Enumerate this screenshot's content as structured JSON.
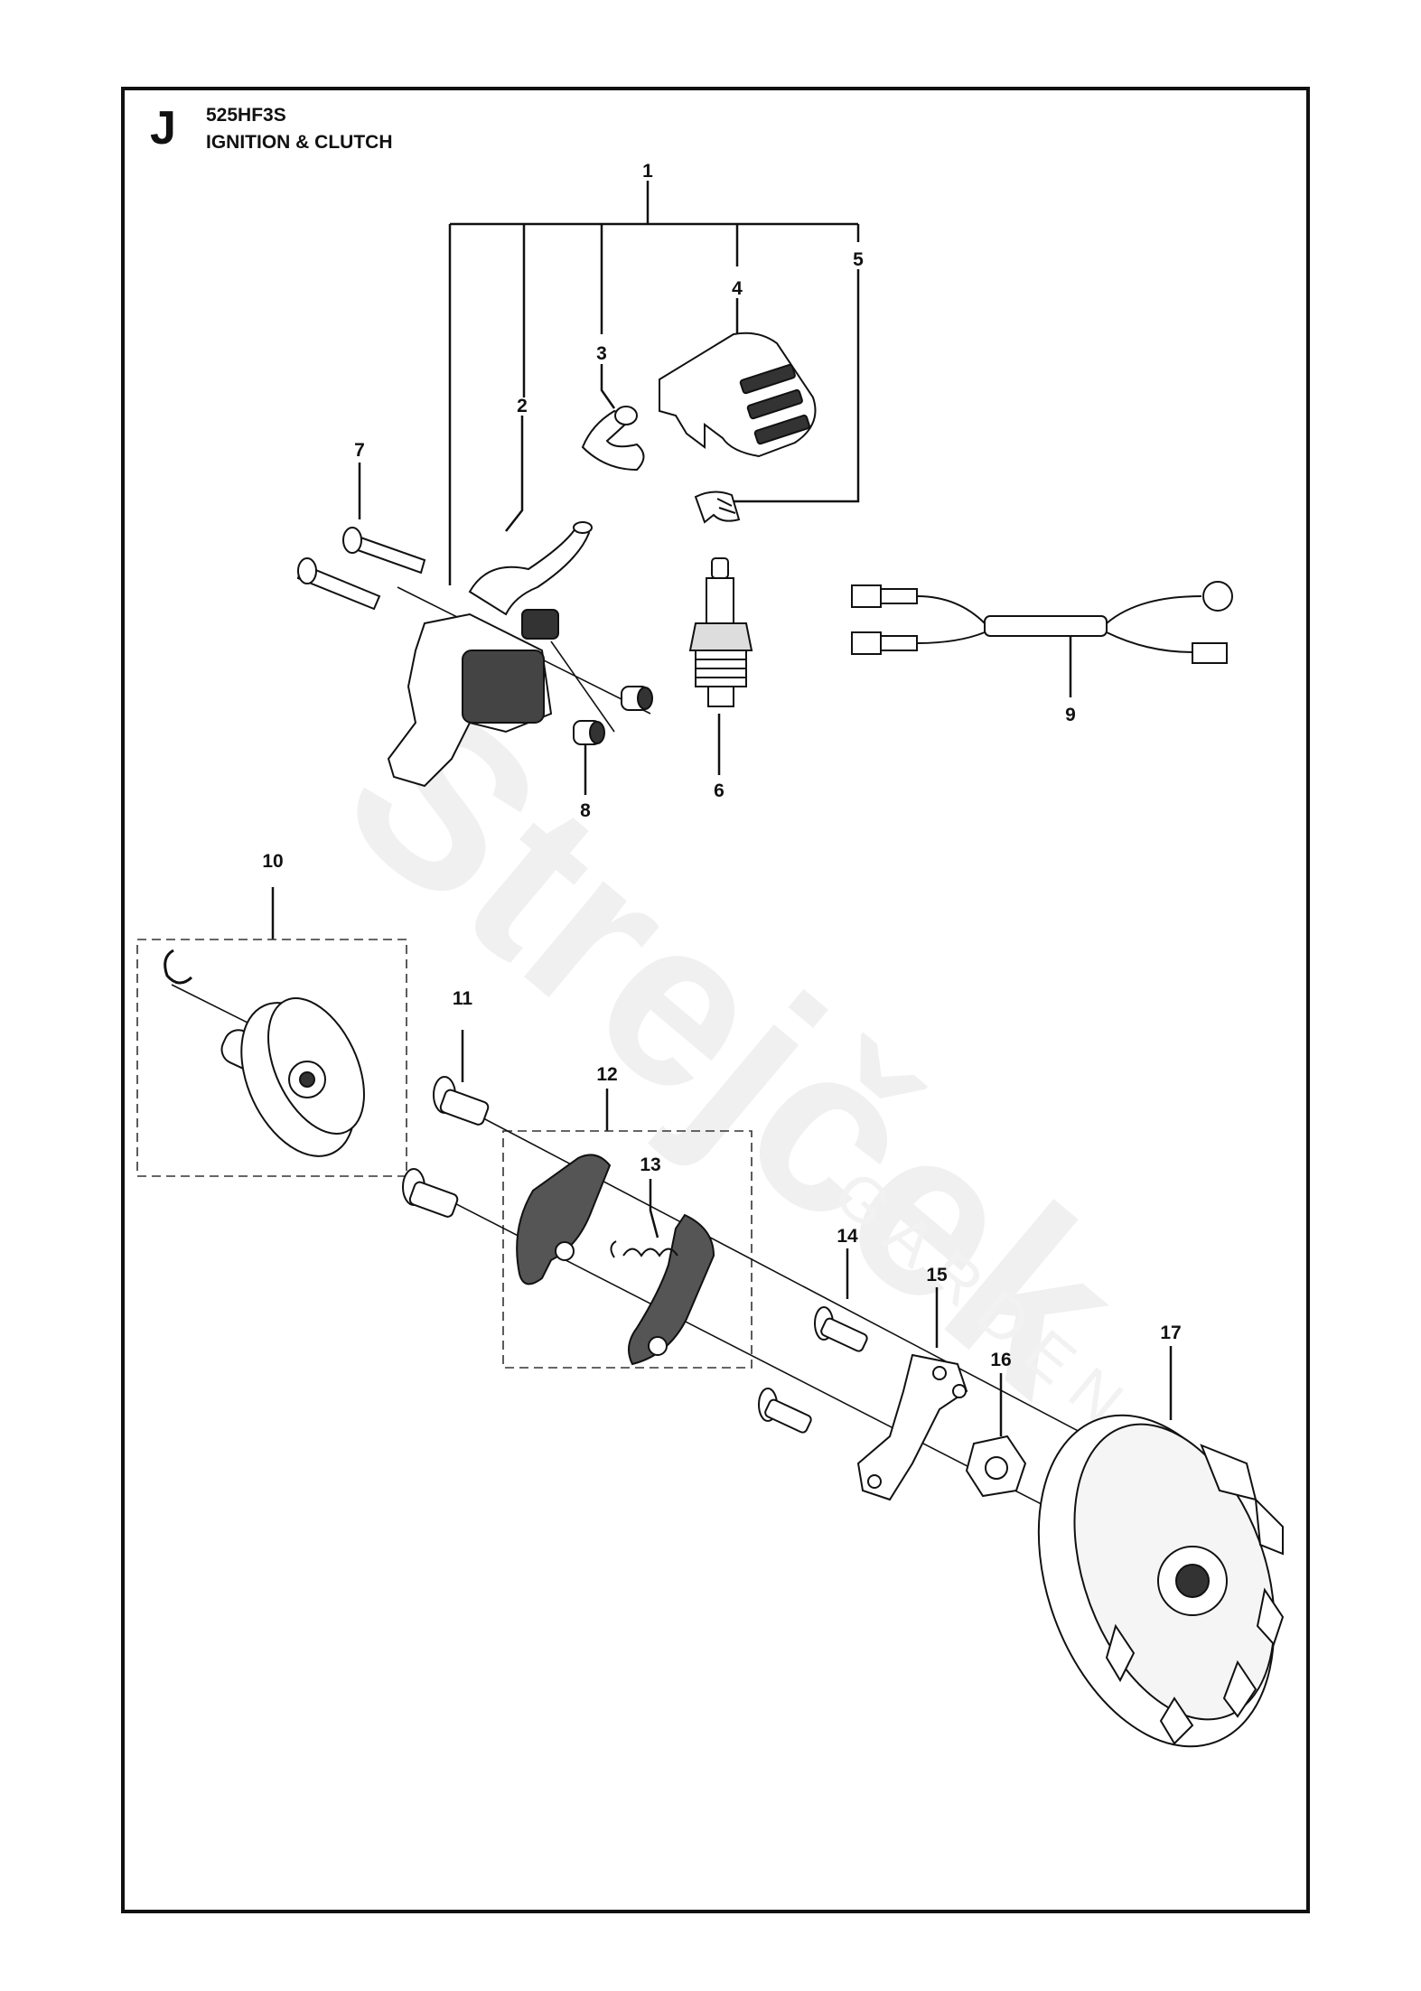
{
  "header": {
    "section_letter": "J",
    "model": "525HF3S",
    "title": "IGNITION & CLUTCH"
  },
  "watermark": {
    "brand": "Strejček",
    "sub": "GARDEN"
  },
  "callouts": [
    {
      "id": "c1",
      "text": "1"
    },
    {
      "id": "c2",
      "text": "2"
    },
    {
      "id": "c3",
      "text": "3"
    },
    {
      "id": "c4",
      "text": "4"
    },
    {
      "id": "c5",
      "text": "5"
    },
    {
      "id": "c6",
      "text": "6"
    },
    {
      "id": "c7",
      "text": "7"
    },
    {
      "id": "c8",
      "text": "8"
    },
    {
      "id": "c9",
      "text": "9"
    },
    {
      "id": "c10",
      "text": "10"
    },
    {
      "id": "c11",
      "text": "11"
    },
    {
      "id": "c12",
      "text": "12"
    },
    {
      "id": "c13",
      "text": "13"
    },
    {
      "id": "c14",
      "text": "14"
    },
    {
      "id": "c15",
      "text": "15"
    },
    {
      "id": "c16",
      "text": "16"
    },
    {
      "id": "c17",
      "text": "17"
    }
  ]
}
